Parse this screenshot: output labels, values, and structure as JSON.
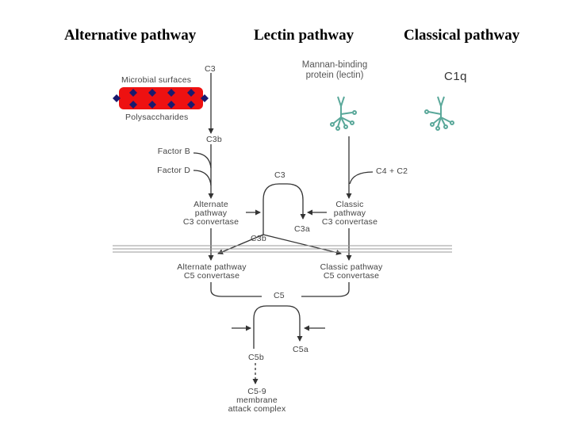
{
  "headers": {
    "alternative": "Alternative pathway",
    "lectin": "Lectin pathway",
    "classical": "Classical pathway"
  },
  "lectin_note": {
    "line1": "Mannan-binding",
    "line2": "protein (lectin)"
  },
  "c1q_label": "C1q",
  "labels": {
    "c3_top": "C3",
    "microbial_surfaces": "Microbial surfaces",
    "polysaccharides": "Polysaccharides",
    "c3b_1": "C3b",
    "factor_b": "Factor B",
    "factor_d": "Factor D",
    "c3_mid": "C3",
    "c4_c2": "C4 + C2",
    "alt_c3_conv": [
      "Alternate",
      "pathway",
      "C3 convertase"
    ],
    "classic_c3_conv": [
      "Classic",
      "pathway",
      "C3 convertase"
    ],
    "c3a": "C3a",
    "c3b_2": "C3b",
    "alt_c5_conv": [
      "Alternate pathway",
      "C5 convertase"
    ],
    "classic_c5_conv": [
      "Classic pathway",
      "C5 convertase"
    ],
    "c5": "C5",
    "c5a": "C5a",
    "c5b": "C5b",
    "mac": [
      "C5-9",
      "membrane",
      "attack complex"
    ]
  },
  "colors": {
    "membrane_red": "#ee1111",
    "diamond_navy": "#1a1a6e",
    "lectin_teal": "#5aa89a",
    "line": "#333333"
  }
}
